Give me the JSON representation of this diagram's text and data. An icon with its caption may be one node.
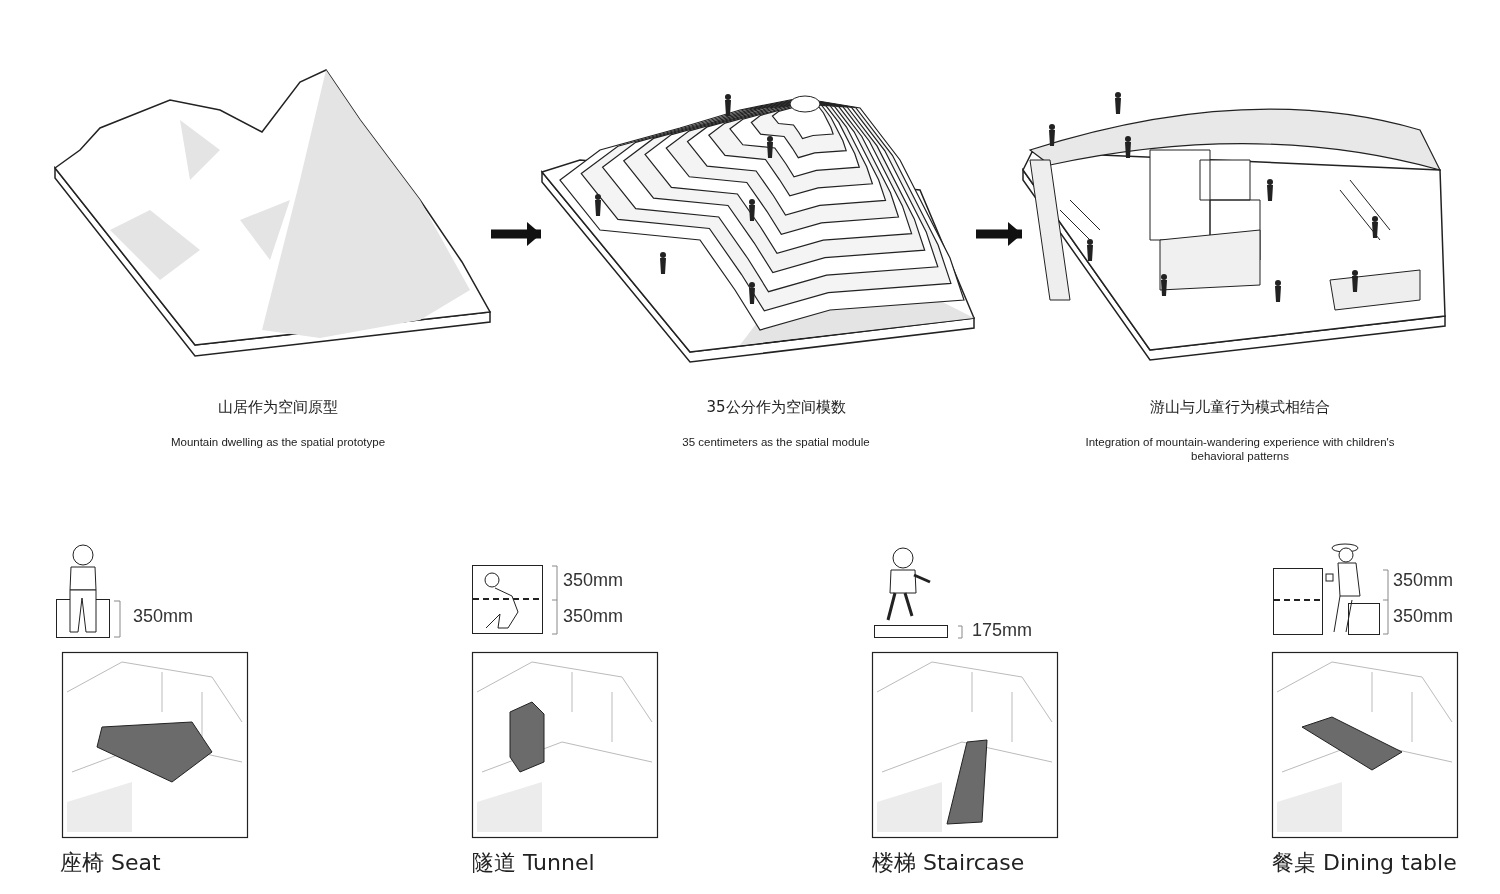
{
  "diagram": {
    "nodes": [
      {
        "text": [],
        "shape": "picture",
        "beside": [
          "山居作为空间原型",
          "Mountain dwelling as the spatial prototype"
        ]
      },
      {
        "text": [],
        "shape": "picture",
        "beside": [
          "35公分作为空间模数",
          "35 centimeters as the spatial module"
        ]
      },
      {
        "text": [],
        "shape": "picture",
        "beside": [
          "游山与儿童行为模式相结合",
          "Integration of mountain-wandering experience with children's behavioral patterns"
        ]
      },
      {
        "text": [],
        "shape": "picture",
        "beside": [
          "座椅 Seat"
        ]
      },
      {
        "text": [],
        "shape": "picture",
        "beside": [
          "隧道 Tunnel"
        ]
      },
      {
        "text": [],
        "shape": "picture",
        "beside": [
          "楼梯 Staircase"
        ]
      },
      {
        "text": [],
        "shape": "picture",
        "beside": [
          "餐桌 Dining table"
        ]
      }
    ],
    "edges": [
      {
        "from": 0,
        "to": 1,
        "arrow": "to"
      },
      {
        "from": 1,
        "to": 2,
        "arrow": "to"
      }
    ],
    "labels": [
      "350mm",
      "350mm",
      "350mm",
      "175mm",
      "350mm",
      "350mm"
    ]
  }
}
